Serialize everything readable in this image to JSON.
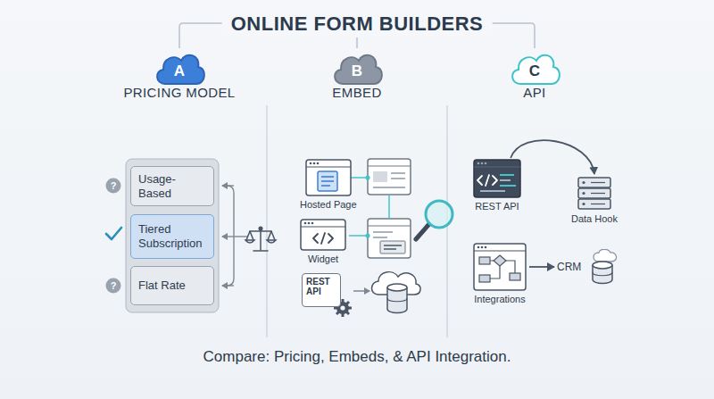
{
  "diagram": {
    "title": "ONLINE FORM BUILDERS",
    "caption": "Compare: Pricing, Embeds, & API Integration.",
    "nodes": [
      {
        "text": [
          "A"
        ]
      },
      {
        "text": [
          "B"
        ]
      },
      {
        "text": [
          "C"
        ]
      },
      {
        "text": [
          "Usage-Based"
        ]
      },
      {
        "text": [
          "Tiered Subscription"
        ]
      },
      {
        "text": [
          "Flat Rate"
        ]
      },
      {
        "text": [
          "Hosted Page"
        ]
      },
      {
        "text": [
          "Widget"
        ]
      },
      {
        "text": [
          "REST API"
        ]
      },
      {
        "text": [
          "REST API"
        ]
      },
      {
        "text": [
          "Data Hook"
        ]
      },
      {
        "text": [
          "Integrations"
        ]
      },
      {
        "text": [
          "CRM"
        ]
      }
    ],
    "edges": [
      {
        "from": 9,
        "to": 10,
        "arrow": "to"
      },
      {
        "from": 11,
        "to": 12,
        "arrow": "to"
      }
    ],
    "labels": [
      "PRICING MODEL",
      "EMBED",
      "API",
      "?",
      "?"
    ]
  }
}
